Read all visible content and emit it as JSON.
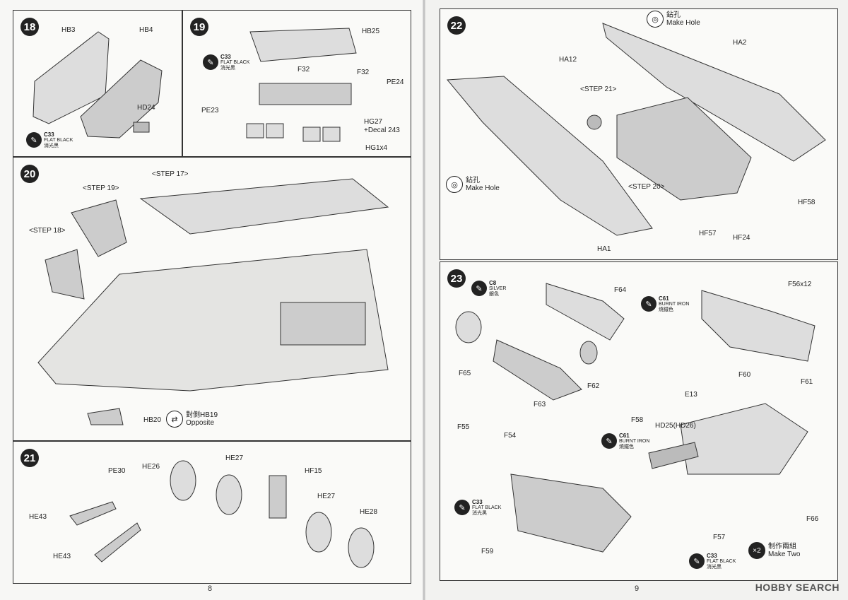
{
  "pages": {
    "left_number": "8",
    "right_number": "9"
  },
  "watermark": "HOBBY SEARCH",
  "steps": {
    "s18": {
      "number": "18",
      "parts": [
        "HB3",
        "HB4",
        "HD24"
      ],
      "paint": {
        "code": "C33",
        "name": "FLAT BLACK",
        "cn": "消光黑"
      }
    },
    "s19": {
      "number": "19",
      "parts": [
        "HB25",
        "F32",
        "F32",
        "PE24",
        "PE23",
        "HG27",
        "+Decal 243",
        "HG1x4"
      ],
      "paint": {
        "code": "C33",
        "name": "FLAT BLACK",
        "cn": "消光黑"
      }
    },
    "s20": {
      "number": "20",
      "refs": [
        "<STEP 17>",
        "<STEP 19>",
        "<STEP 18>"
      ],
      "parts": [
        "HB20"
      ],
      "opposite": {
        "cn": "對側HB19",
        "en": "Opposite"
      }
    },
    "s21": {
      "number": "21",
      "parts": [
        "PE30",
        "HE26",
        "HE27",
        "HF15",
        "HE43",
        "HE27",
        "HE28",
        "HE43"
      ]
    },
    "s22": {
      "number": "22",
      "holes": [
        {
          "cn": "鉆孔",
          "en": "Make Hole"
        },
        {
          "cn": "鉆孔",
          "en": "Make Hole"
        }
      ],
      "parts": [
        "HA12",
        "HA2",
        "<STEP 21>",
        "<STEP 20>",
        "HF58",
        "HF57",
        "HF24",
        "HA1"
      ]
    },
    "s23": {
      "number": "23",
      "paints": [
        {
          "code": "C8",
          "name": "SILVER",
          "cn": "銀色"
        },
        {
          "code": "C61",
          "name": "BURNT IRON",
          "cn": "燒鐵色"
        },
        {
          "code": "C61",
          "name": "BURNT IRON",
          "cn": "燒鐵色"
        },
        {
          "code": "C33",
          "name": "FLAT BLACK",
          "cn": "消光黑"
        },
        {
          "code": "C33",
          "name": "FLAT BLACK",
          "cn": "消光黑"
        }
      ],
      "parts": [
        "F64",
        "F56x12",
        "F65",
        "F62",
        "F63",
        "F60",
        "E13",
        "F61",
        "F58",
        "F55",
        "F54",
        "HD25(HD26)",
        "F66",
        "F57",
        "F59"
      ],
      "make_two": {
        "qty": "×2",
        "cn": "制作兩組",
        "en": "Make Two"
      }
    }
  },
  "colors": {
    "ink": "#222222",
    "paper": "#f7f7f5",
    "line": "#333333"
  }
}
